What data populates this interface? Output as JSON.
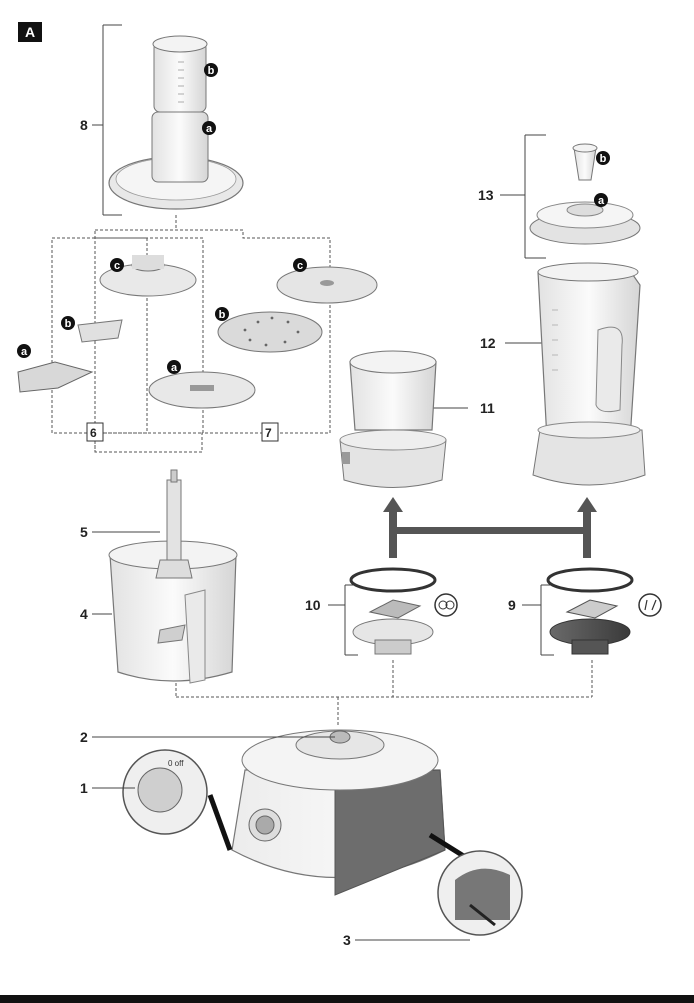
{
  "figure_label": "A",
  "numbers": {
    "n1": "1",
    "n2": "2",
    "n3": "3",
    "n4": "4",
    "n5": "5",
    "n6": "6",
    "n7": "7",
    "n8": "8",
    "n9": "9",
    "n10": "10",
    "n11": "11",
    "n12": "12",
    "n13": "13"
  },
  "letters": {
    "a": "a",
    "b": "b",
    "c": "c"
  },
  "dial_text": "0 off"
}
